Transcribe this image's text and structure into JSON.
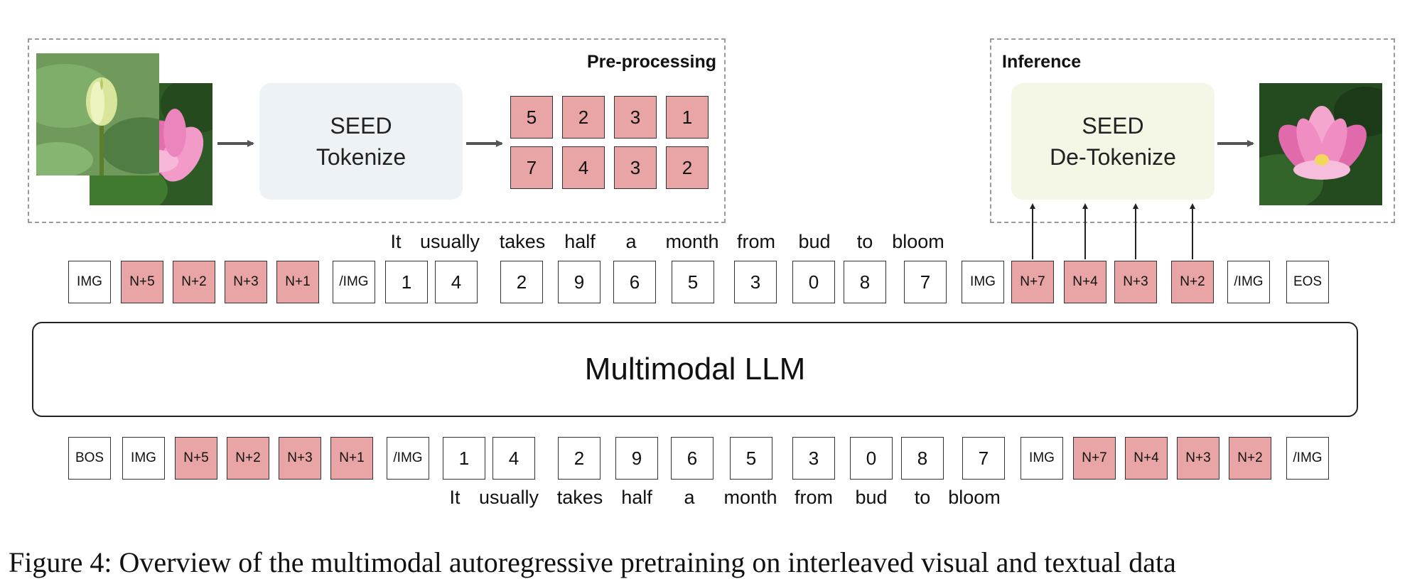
{
  "preprocessing": {
    "label": "Pre-processing",
    "tokenizer_line1": "SEED",
    "tokenizer_line2": "Tokenize",
    "grid": [
      [
        "5",
        "2",
        "3",
        "1"
      ],
      [
        "7",
        "4",
        "3",
        "2"
      ]
    ]
  },
  "inference": {
    "label": "Inference",
    "detokenizer_line1": "SEED",
    "detokenizer_line2": "De-Tokenize"
  },
  "llm_label": "Multimodal LLM",
  "top_tokens": [
    "IMG",
    "N+5",
    "N+2",
    "N+3",
    "N+1",
    "/IMG",
    "1",
    "4",
    "2",
    "9",
    "6",
    "5",
    "3",
    "0",
    "8",
    "7",
    "IMG",
    "N+7",
    "N+4",
    "N+3",
    "N+2",
    "/IMG",
    "EOS"
  ],
  "top_words": [
    "It",
    "usually",
    "takes",
    "half",
    "a",
    "month",
    "from",
    "bud",
    "to",
    "bloom"
  ],
  "bottom_tokens": [
    "BOS",
    "IMG",
    "N+5",
    "N+2",
    "N+3",
    "N+1",
    "/IMG",
    "1",
    "4",
    "2",
    "9",
    "6",
    "5",
    "3",
    "0",
    "8",
    "7",
    "IMG",
    "N+7",
    "N+4",
    "N+3",
    "N+2",
    "/IMG"
  ],
  "bottom_words": [
    "It",
    "usually",
    "takes",
    "half",
    "a",
    "month",
    "from",
    "bud",
    "to",
    "bloom"
  ],
  "caption": "Figure 4: Overview of the multimodal autoregressive pretraining on interleaved visual and textual data",
  "colors": {
    "image_token": "#e9a5a5",
    "tokenizer_box": "#ecf2f6",
    "detokenizer_box": "#f4f7e6",
    "arrow": "#555555"
  }
}
